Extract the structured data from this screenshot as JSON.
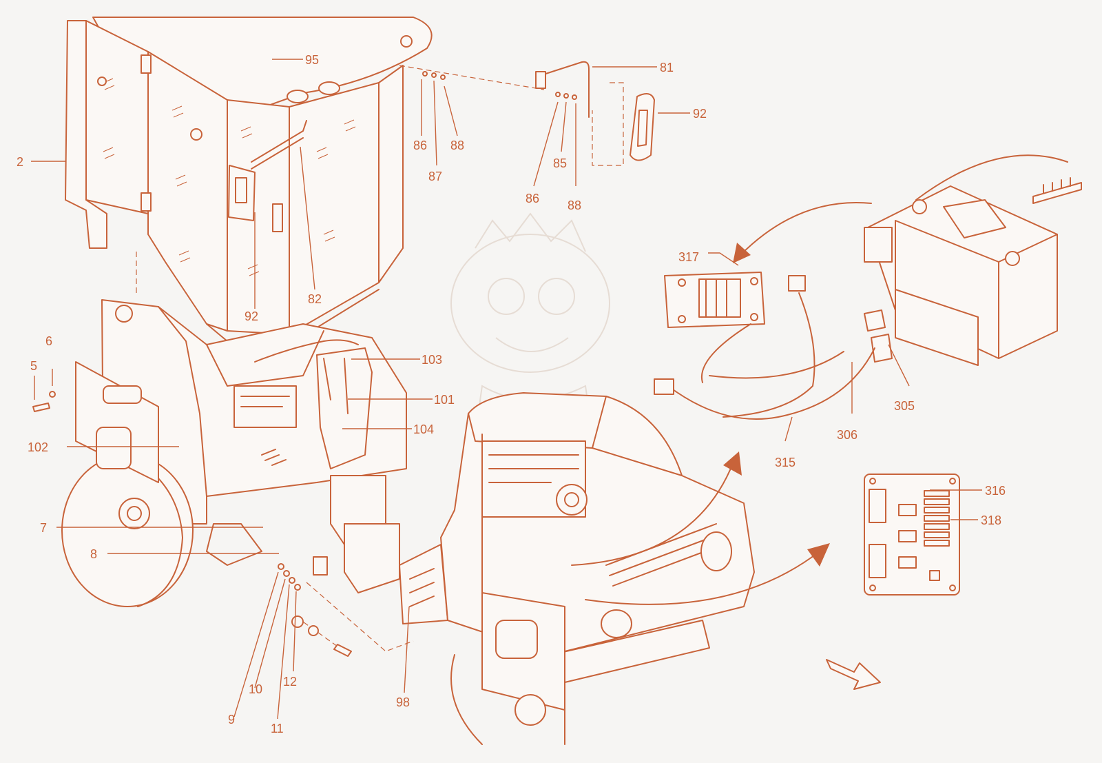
{
  "colors": {
    "line": "#c8633a",
    "background": "#f6f5f3",
    "arrow": "#c8633a"
  },
  "callouts": [
    {
      "id": "95",
      "label": "95"
    },
    {
      "id": "2",
      "label": "2"
    },
    {
      "id": "92a",
      "label": "92"
    },
    {
      "id": "82",
      "label": "82"
    },
    {
      "id": "86a",
      "label": "86"
    },
    {
      "id": "87",
      "label": "87"
    },
    {
      "id": "88a",
      "label": "88"
    },
    {
      "id": "81",
      "label": "81"
    },
    {
      "id": "92b",
      "label": "92"
    },
    {
      "id": "86b",
      "label": "86"
    },
    {
      "id": "85",
      "label": "85"
    },
    {
      "id": "88b",
      "label": "88"
    },
    {
      "id": "317",
      "label": "317"
    },
    {
      "id": "305",
      "label": "305"
    },
    {
      "id": "306",
      "label": "306"
    },
    {
      "id": "315",
      "label": "315"
    },
    {
      "id": "316",
      "label": "316"
    },
    {
      "id": "318",
      "label": "318"
    },
    {
      "id": "6",
      "label": "6"
    },
    {
      "id": "5",
      "label": "5"
    },
    {
      "id": "103",
      "label": "103"
    },
    {
      "id": "101",
      "label": "101"
    },
    {
      "id": "104",
      "label": "104"
    },
    {
      "id": "102",
      "label": "102"
    },
    {
      "id": "7",
      "label": "7"
    },
    {
      "id": "8",
      "label": "8"
    },
    {
      "id": "9",
      "label": "9"
    },
    {
      "id": "10",
      "label": "10"
    },
    {
      "id": "11",
      "label": "11"
    },
    {
      "id": "12",
      "label": "12"
    },
    {
      "id": "98",
      "label": "98"
    }
  ]
}
